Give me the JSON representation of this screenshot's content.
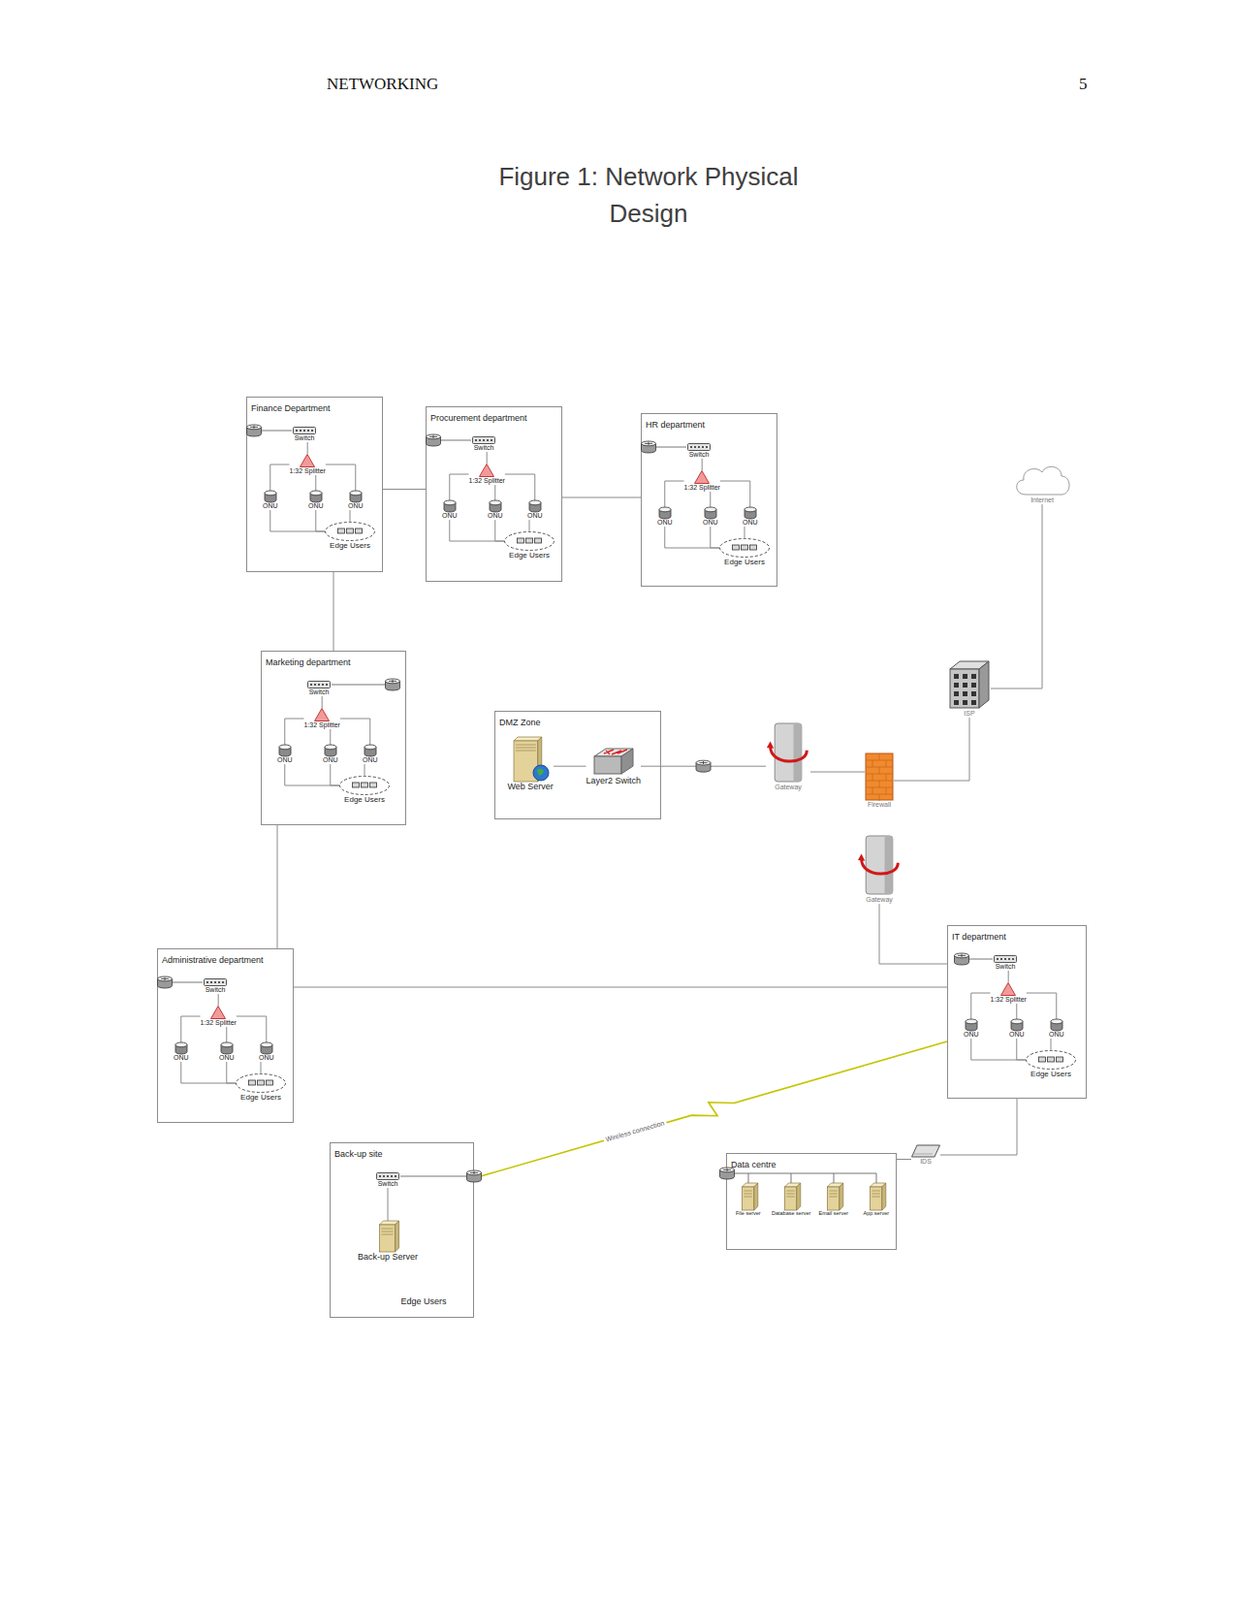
{
  "diagram": {
    "title": "Figure 1: Network Physical Design",
    "nodes": [
      {
        "text": [
          "Finance Department"
        ]
      },
      {
        "text": [
          "Switch"
        ],
        "in": 0
      },
      {
        "text": [
          "1:32 Splitter"
        ],
        "in": 0
      },
      {
        "text": [
          "ONU"
        ],
        "in": 0
      },
      {
        "text": [
          "ONU"
        ],
        "in": 0
      },
      {
        "text": [
          "ONU"
        ],
        "in": 0
      },
      {
        "text": [
          "Edge Users"
        ],
        "in": 0
      },
      {
        "text": [
          "Procurement department"
        ]
      },
      {
        "text": [
          "Switch"
        ],
        "in": 7
      },
      {
        "text": [
          "1:32 Splitter"
        ],
        "in": 7
      },
      {
        "text": [
          "ONU"
        ],
        "in": 7
      },
      {
        "text": [
          "ONU"
        ],
        "in": 7
      },
      {
        "text": [
          "ONU"
        ],
        "in": 7
      },
      {
        "text": [
          "Edge Users"
        ],
        "in": 7
      },
      {
        "text": [
          "HR department"
        ]
      },
      {
        "text": [
          "Switch"
        ],
        "in": 14
      },
      {
        "text": [
          "1:32 Splitter"
        ],
        "in": 14
      },
      {
        "text": [
          "ONU"
        ],
        "in": 14
      },
      {
        "text": [
          "ONU"
        ],
        "in": 14
      },
      {
        "text": [
          "ONU"
        ],
        "in": 14
      },
      {
        "text": [
          "Edge Users"
        ],
        "in": 14
      },
      {
        "text": [
          "Internet"
        ]
      },
      {
        "text": [
          "Marketing department"
        ]
      },
      {
        "text": [
          "Switch"
        ],
        "in": 22
      },
      {
        "text": [
          "1:32 Splitter"
        ],
        "in": 22
      },
      {
        "text": [
          "ONU"
        ],
        "in": 22
      },
      {
        "text": [
          "ONU"
        ],
        "in": 22
      },
      {
        "text": [
          "ONU"
        ],
        "in": 22
      },
      {
        "text": [
          "Edge Users"
        ],
        "in": 22
      },
      {
        "text": [
          "ISP"
        ]
      },
      {
        "text": [
          "DMZ Zone"
        ]
      },
      {
        "text": [
          "Web Server"
        ],
        "in": 30
      },
      {
        "text": [
          "Layer2 Switch"
        ],
        "in": 30
      },
      {
        "text": [
          "Gateway"
        ]
      },
      {
        "text": [
          "Firewall"
        ]
      },
      {
        "text": [
          "Gateway"
        ]
      },
      {
        "text": [
          "IT department"
        ]
      },
      {
        "text": [
          "Switch"
        ],
        "in": 36
      },
      {
        "text": [
          "1:32 Splitter"
        ],
        "in": 36
      },
      {
        "text": [
          "ONU"
        ],
        "in": 36
      },
      {
        "text": [
          "ONU"
        ],
        "in": 36
      },
      {
        "text": [
          "ONU"
        ],
        "in": 36
      },
      {
        "text": [
          "Edge Users"
        ],
        "in": 36
      },
      {
        "text": [
          "Administrative department"
        ]
      },
      {
        "text": [
          "Switch"
        ],
        "in": 43
      },
      {
        "text": [
          "1:32 Splitter"
        ],
        "in": 43
      },
      {
        "text": [
          "ONU"
        ],
        "in": 43
      },
      {
        "text": [
          "ONU"
        ],
        "in": 43
      },
      {
        "text": [
          "ONU"
        ],
        "in": 43
      },
      {
        "text": [
          "Edge Users"
        ],
        "in": 43
      },
      {
        "text": [
          "Back-up site"
        ]
      },
      {
        "text": [
          "Switch"
        ],
        "in": 50
      },
      {
        "text": [
          "Back-up Server"
        ],
        "in": 50
      },
      {
        "text": [
          "Edge Users"
        ],
        "in": 50
      },
      {
        "text": [
          "Data centre"
        ]
      },
      {
        "text": [
          "File server"
        ],
        "in": 54
      },
      {
        "text": [
          "Database server"
        ],
        "in": 54
      },
      {
        "text": [
          "Email server"
        ],
        "in": 54
      },
      {
        "text": [
          "App server"
        ],
        "in": 54
      },
      {
        "text": [
          "IDS"
        ]
      }
    ],
    "edges": [
      {
        "from": 1,
        "to": 2,
        "arrow": "none"
      },
      {
        "from": 2,
        "to": 3,
        "arrow": "none"
      },
      {
        "from": 2,
        "to": 4,
        "arrow": "none"
      },
      {
        "from": 2,
        "to": 5,
        "arrow": "none"
      },
      {
        "from": 3,
        "to": 6,
        "arrow": "none"
      },
      {
        "from": 4,
        "to": 6,
        "arrow": "none"
      },
      {
        "from": 5,
        "to": 6,
        "arrow": "none"
      },
      {
        "from": 8,
        "to": 9,
        "arrow": "none"
      },
      {
        "from": 9,
        "to": 10,
        "arrow": "none"
      },
      {
        "from": 9,
        "to": 11,
        "arrow": "none"
      },
      {
        "from": 9,
        "to": 12,
        "arrow": "none"
      },
      {
        "from": 10,
        "to": 13,
        "arrow": "none"
      },
      {
        "from": 11,
        "to": 13,
        "arrow": "none"
      },
      {
        "from": 12,
        "to": 13,
        "arrow": "none"
      },
      {
        "from": 15,
        "to": 16,
        "arrow": "none"
      },
      {
        "from": 16,
        "to": 17,
        "arrow": "none"
      },
      {
        "from": 16,
        "to": 18,
        "arrow": "none"
      },
      {
        "from": 16,
        "to": 19,
        "arrow": "none"
      },
      {
        "from": 17,
        "to": 20,
        "arrow": "none"
      },
      {
        "from": 18,
        "to": 20,
        "arrow": "none"
      },
      {
        "from": 19,
        "to": 20,
        "arrow": "none"
      },
      {
        "from": 23,
        "to": 24,
        "arrow": "none"
      },
      {
        "from": 24,
        "to": 25,
        "arrow": "none"
      },
      {
        "from": 24,
        "to": 26,
        "arrow": "none"
      },
      {
        "from": 24,
        "to": 27,
        "arrow": "none"
      },
      {
        "from": 25,
        "to": 28,
        "arrow": "none"
      },
      {
        "from": 26,
        "to": 28,
        "arrow": "none"
      },
      {
        "from": 27,
        "to": 28,
        "arrow": "none"
      },
      {
        "from": 37,
        "to": 38,
        "arrow": "none"
      },
      {
        "from": 38,
        "to": 39,
        "arrow": "none"
      },
      {
        "from": 38,
        "to": 40,
        "arrow": "none"
      },
      {
        "from": 38,
        "to": 41,
        "arrow": "none"
      },
      {
        "from": 39,
        "to": 42,
        "arrow": "none"
      },
      {
        "from": 40,
        "to": 42,
        "arrow": "none"
      },
      {
        "from": 41,
        "to": 42,
        "arrow": "none"
      },
      {
        "from": 44,
        "to": 45,
        "arrow": "none"
      },
      {
        "from": 45,
        "to": 46,
        "arrow": "none"
      },
      {
        "from": 45,
        "to": 47,
        "arrow": "none"
      },
      {
        "from": 45,
        "to": 48,
        "arrow": "none"
      },
      {
        "from": 46,
        "to": 49,
        "arrow": "none"
      },
      {
        "from": 47,
        "to": 49,
        "arrow": "none"
      },
      {
        "from": 48,
        "to": 49,
        "arrow": "none"
      },
      {
        "from": 0,
        "to": 7,
        "arrow": "none"
      },
      {
        "from": 7,
        "to": 14,
        "arrow": "none"
      },
      {
        "from": 0,
        "to": 22,
        "arrow": "none"
      },
      {
        "from": 22,
        "to": 43,
        "arrow": "none"
      },
      {
        "from": 43,
        "to": 36,
        "arrow": "none"
      },
      {
        "from": 31,
        "to": 32,
        "arrow": "none"
      },
      {
        "from": 32,
        "to": 33,
        "arrow": "none"
      },
      {
        "from": 33,
        "to": 34,
        "arrow": "none"
      },
      {
        "from": 34,
        "to": 29,
        "arrow": "none"
      },
      {
        "from": 29,
        "to": 21,
        "arrow": "none"
      },
      {
        "from": 35,
        "to": 36,
        "arrow": "none"
      },
      {
        "from": 36,
        "to": 59,
        "arrow": "none"
      },
      {
        "from": 59,
        "to": 54,
        "arrow": "none"
      },
      {
        "from": 36,
        "to": 50,
        "label": "Wireless connection",
        "arrow": "none"
      },
      {
        "from": 51,
        "to": 52,
        "arrow": "none"
      }
    ],
    "labels": [
      "NETWORKING",
      "5"
    ]
  }
}
